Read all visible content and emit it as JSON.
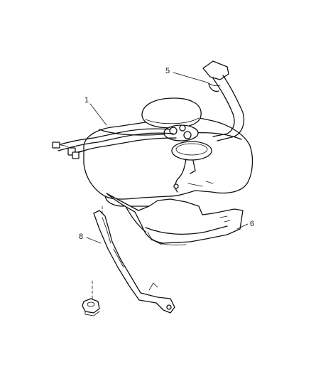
{
  "callouts": [
    {
      "id": "1",
      "label": "1"
    },
    {
      "id": "5",
      "label": "5"
    },
    {
      "id": "6",
      "label": "6"
    },
    {
      "id": "8",
      "label": "8"
    }
  ]
}
